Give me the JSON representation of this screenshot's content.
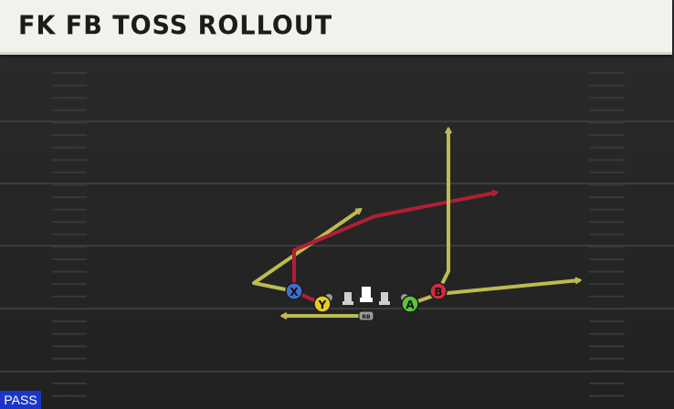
{
  "play": {
    "title": "FK FB TOSS ROLLOUT",
    "type_badge": "PASS"
  },
  "players": [
    {
      "id": "X",
      "label": "X",
      "color": "#3f6fd1"
    },
    {
      "id": "Y",
      "label": "Y",
      "color": "#e8cc1c"
    },
    {
      "id": "A",
      "label": "A",
      "color": "#5ac43a"
    },
    {
      "id": "B",
      "label": "B",
      "color": "#d42a3e"
    },
    {
      "id": "RB",
      "label": "RB",
      "color": "#9a9a9a"
    }
  ],
  "colors": {
    "route_yellow": "#bdbb52",
    "route_red": "#b01f34",
    "field": "#262626",
    "yard_line": "#3a3a3a",
    "title_bg": "#f2f1ec",
    "badge": "#1a36c9"
  }
}
